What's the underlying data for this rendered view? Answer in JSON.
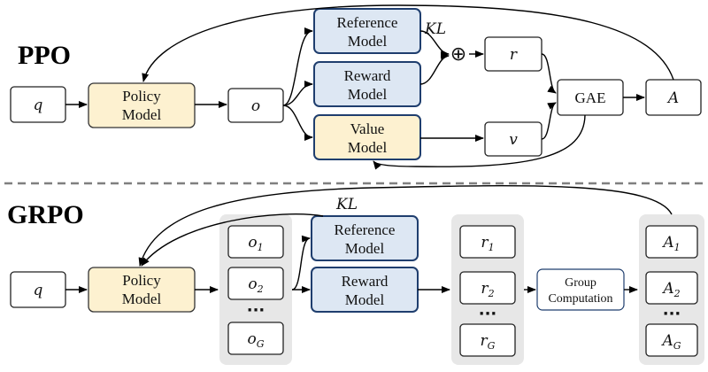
{
  "ppo": {
    "title": "PPO",
    "q": "q",
    "policy_line1": "Policy",
    "policy_line2": "Model",
    "o": "o",
    "reference_line1": "Reference",
    "reference_line2": "Model",
    "reward_line1": "Reward",
    "reward_line2": "Model",
    "value_line1": "Value",
    "value_line2": "Model",
    "kl": "KL",
    "plus": "⊕",
    "r": "r",
    "v": "v",
    "gae": "GAE",
    "a": "A"
  },
  "grpo": {
    "title": "GRPO",
    "q": "q",
    "policy_line1": "Policy",
    "policy_line2": "Model",
    "kl": "KL",
    "reference_line1": "Reference",
    "reference_line2": "Model",
    "reward_line1": "Reward",
    "reward_line2": "Model",
    "outputs": [
      {
        "base": "o",
        "sub": "1"
      },
      {
        "base": "o",
        "sub": "2"
      },
      {
        "base": "o",
        "sub": "G"
      }
    ],
    "rewards": [
      {
        "base": "r",
        "sub": "1"
      },
      {
        "base": "r",
        "sub": "2"
      },
      {
        "base": "r",
        "sub": "G"
      }
    ],
    "advantages": [
      {
        "base": "A",
        "sub": "1"
      },
      {
        "base": "A",
        "sub": "2"
      },
      {
        "base": "A",
        "sub": "G"
      }
    ],
    "ellipsis": "···",
    "group_line1": "Group",
    "group_line2": "Computation"
  }
}
